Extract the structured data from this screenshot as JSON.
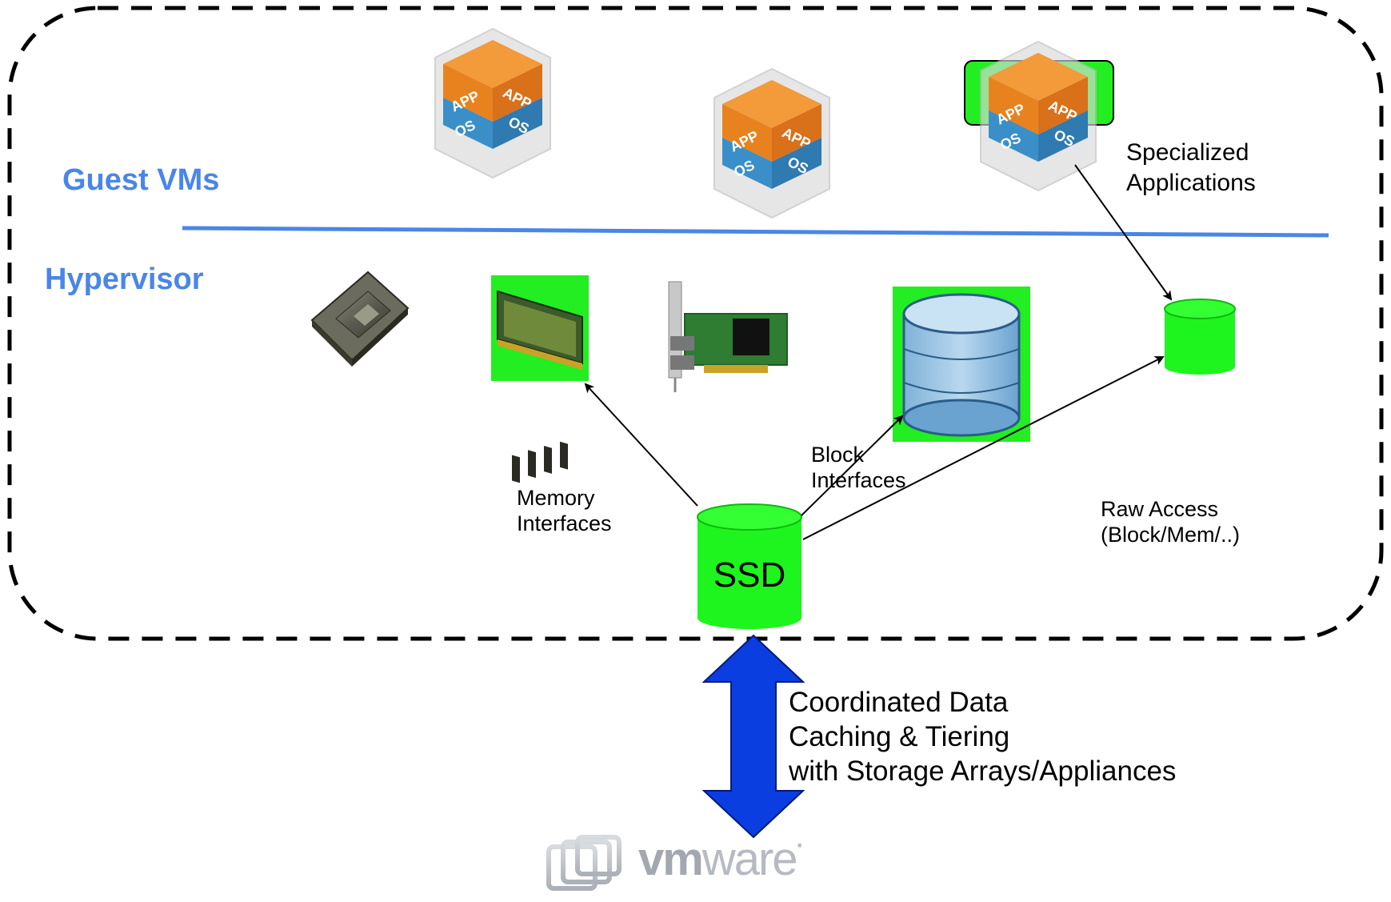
{
  "layers": {
    "guest_vms": "Guest VMs",
    "hypervisor": "Hypervisor"
  },
  "vm_box": {
    "app_label": "APP",
    "os_label": "OS",
    "count": 3,
    "highlighted_index": 2
  },
  "labels": {
    "specialized_line1": "Specialized",
    "specialized_line2": "Applications",
    "memory_line1": "Memory",
    "memory_line2": "Interfaces",
    "block_line1": "Block",
    "block_line2": "Interfaces",
    "raw_line1": "Raw Access",
    "raw_line2": "(Block/Mem/..)",
    "ssd": "SSD",
    "coord_line1": "Coordinated Data",
    "coord_line2": "Caching & Tiering",
    "coord_line3": "with Storage Arrays/Appliances"
  },
  "logo": {
    "vm": "vm",
    "ware": "ware",
    "mark": "·"
  },
  "colors": {
    "layer_label": "#4a86e8",
    "divider": "#4a86e8",
    "highlight_green": "#22ee22",
    "cylinder_green": "#1ef51e",
    "big_arrow": "#0b3ee0",
    "vm_orange": "#e8821e",
    "vm_blue": "#3a8fc8",
    "dashed_border": "#000000"
  }
}
